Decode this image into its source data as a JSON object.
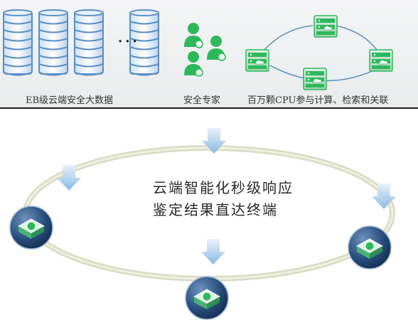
{
  "captions": {
    "big_data": "EB级云端安全大数据",
    "experts": "安全专家",
    "cpu": "百万颗CPU参与计算、检索和关联"
  },
  "ellipsis": "···",
  "center_text": {
    "line1": "云端智能化秒级响应",
    "line2": "鉴定结果直达终端"
  },
  "colors": {
    "db_blue": "#5b8fc4",
    "accent_green": "#2eb85c",
    "ring_blue": "#1e3d66"
  }
}
